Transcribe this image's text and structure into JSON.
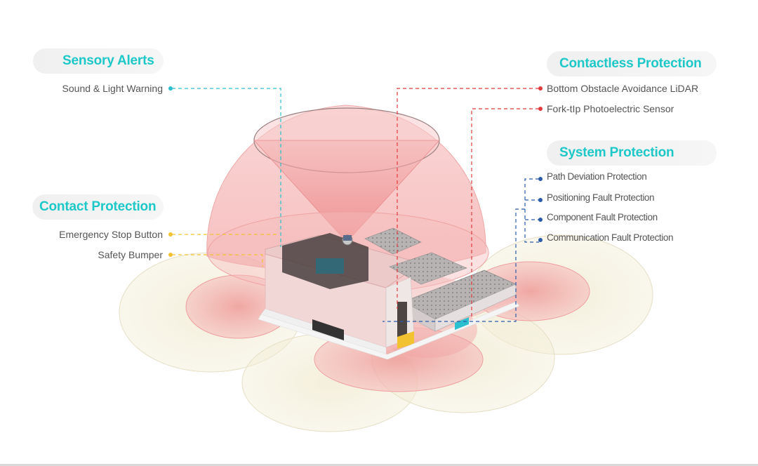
{
  "sections": {
    "sensory_alerts": {
      "title": "Sensory Alerts",
      "items": [
        "Sound & Light Warning"
      ]
    },
    "contact_protection": {
      "title": "Contact Protection",
      "items": [
        "Emergency Stop Button",
        "Safety Bumper"
      ]
    },
    "contactless_protection": {
      "title": "Contactless Protection",
      "items": [
        "Bottom Obstacle Avoidance LiDAR",
        "Fork-tIp Photoelectric Sensor"
      ]
    },
    "system_protection": {
      "title": "System Protection",
      "items": [
        "Path Deviation Protection",
        "Positioning Fault Protection",
        "Component Fault Protection",
        "Communication Fault Protection"
      ]
    }
  },
  "colors": {
    "heading": "#1ec8c8",
    "sensory_leader": "#2bbfcf",
    "contact_leader": "#f2c230",
    "contactless_leader": "#e23b3b",
    "system_leader": "#2a5caa",
    "lidar_zone": "#f08a8a",
    "ultrasonic_zone": "#ede7b8"
  },
  "icons": [
    "leader-dot-icon"
  ]
}
